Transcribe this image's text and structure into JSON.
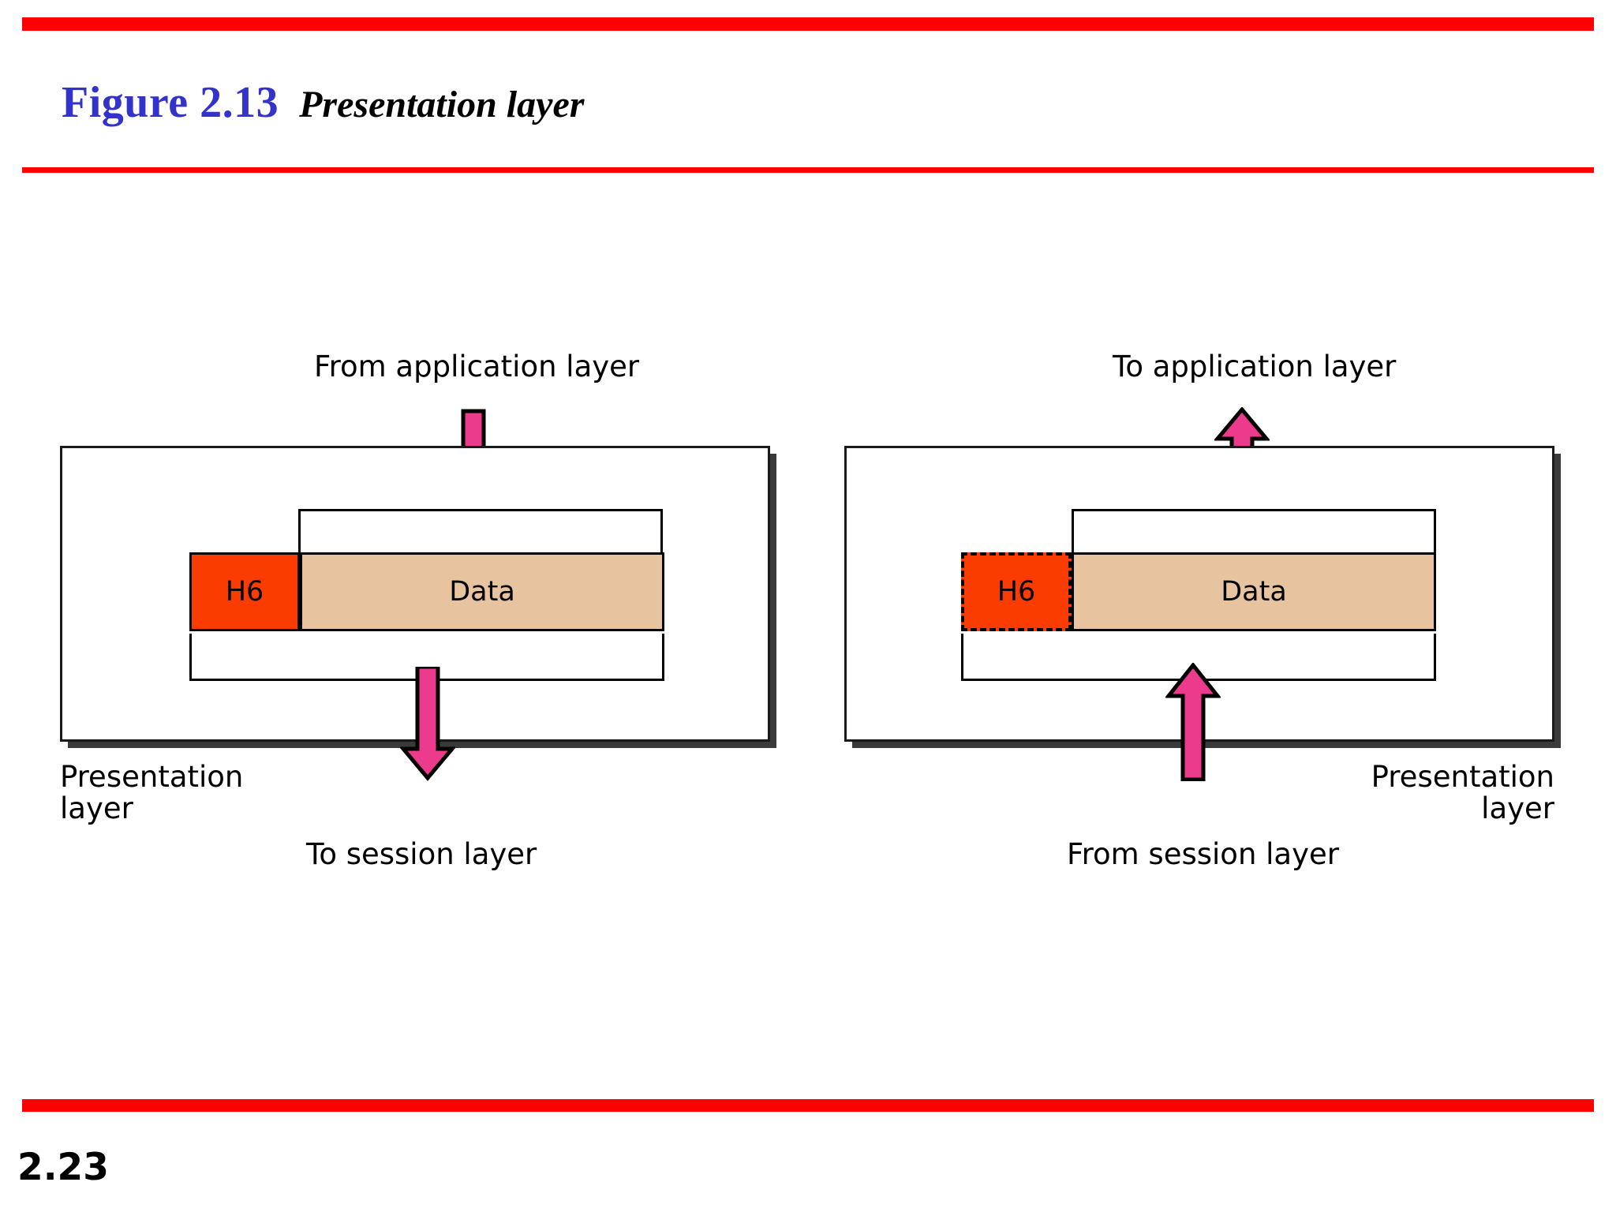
{
  "slide": {
    "figure_number": "Figure 2.13",
    "figure_title": "Presentation layer",
    "page_number": "2.23",
    "accent_rule_color": "#FF0000",
    "figure_number_color": "#3333CC"
  },
  "diagram": {
    "arrow_color": "#EC3A8C",
    "header_color": "#FA3C00",
    "payload_color": "#E8C3A0",
    "box_border_color": "#1A1A1A",
    "left": {
      "top_label": "From application layer",
      "bottom_label": "To session layer",
      "side_label": "Presentation\nlayer",
      "pdu": {
        "header": "H6",
        "payload": "Data",
        "header_border_style": "solid"
      },
      "in_arrow_direction": "down",
      "out_arrow_direction": "down"
    },
    "right": {
      "top_label": "To application layer",
      "bottom_label": "From session layer",
      "side_label": "Presentation\nlayer",
      "pdu": {
        "header": "H6",
        "payload": "Data",
        "header_border_style": "dashed"
      },
      "in_arrow_direction": "up",
      "out_arrow_direction": "up"
    }
  }
}
